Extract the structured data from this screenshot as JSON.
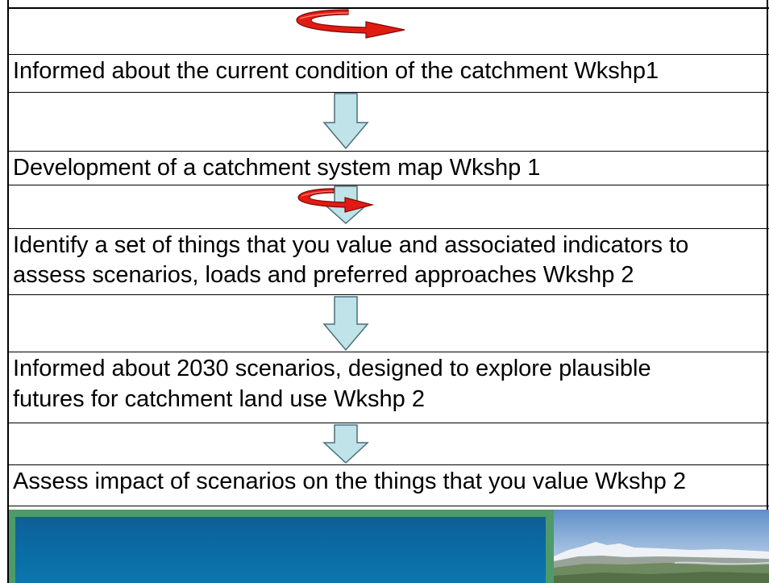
{
  "steps": [
    "Informed about the current condition of the catchment Wkshp1",
    "Development of a catchment system map Wkshp 1",
    "Identify a set of things that you value and associated indicators to",
    "assess scenarios, loads and preferred approaches Wkshp 2",
    "Informed about 2030 scenarios, designed to explore plausible",
    "futures for catchment land use Wkshp 2",
    "Assess impact of scenarios on the things that you value Wkshp 2"
  ],
  "icons": {
    "loop": "circular-loop-arrow-icon",
    "down": "down-arrow-icon"
  },
  "colors": {
    "down_arrow_fill": "#bfe3e8",
    "loop_arrow_fill": "#e21b12",
    "banner_green": "#4f9a6a",
    "banner_blue": "#0c6aa3"
  }
}
